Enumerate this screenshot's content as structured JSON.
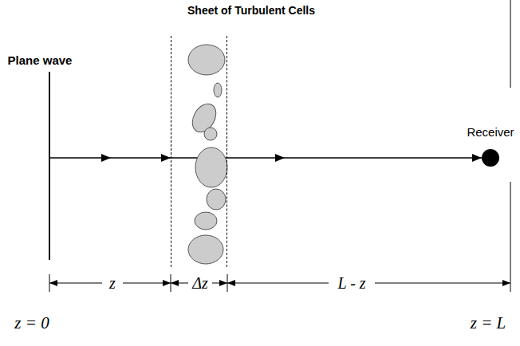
{
  "diagram": {
    "nodes": [
      {
        "text": [
          "Sheet of Turbulent Cells"
        ]
      },
      {
        "text": [
          "Receiver"
        ]
      }
    ],
    "edges": [
      {
        "from": 0,
        "to": 1,
        "arrow": "to"
      }
    ],
    "labels": [
      "Plane wave",
      "z",
      "Δz",
      "L - z",
      "z = 0",
      "z = L"
    ]
  }
}
